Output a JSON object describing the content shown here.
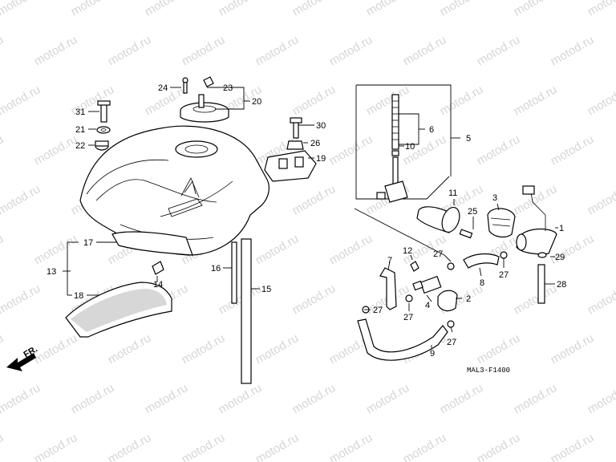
{
  "watermark": {
    "text": "motod.ru",
    "color": "#d6d6d6"
  },
  "diagram": {
    "code": "MAL3-F1400",
    "front_marker": "FR.",
    "labels": {
      "p1": "1",
      "p2": "2",
      "p3": "3",
      "p4": "4",
      "p5": "5",
      "p6": "6",
      "p7": "7",
      "p8": "8",
      "p9": "9",
      "p10": "10",
      "p11": "11",
      "p12": "12",
      "p13": "13",
      "p14": "14",
      "p15": "15",
      "p16": "16",
      "p17": "17",
      "p18": "18",
      "p19": "19",
      "p20": "20",
      "p21": "21",
      "p22": "22",
      "p23": "23",
      "p24": "24",
      "p25": "25",
      "p26": "26",
      "p27": "27",
      "p28": "28",
      "p29": "29",
      "p30": "30",
      "p31": "31"
    }
  }
}
